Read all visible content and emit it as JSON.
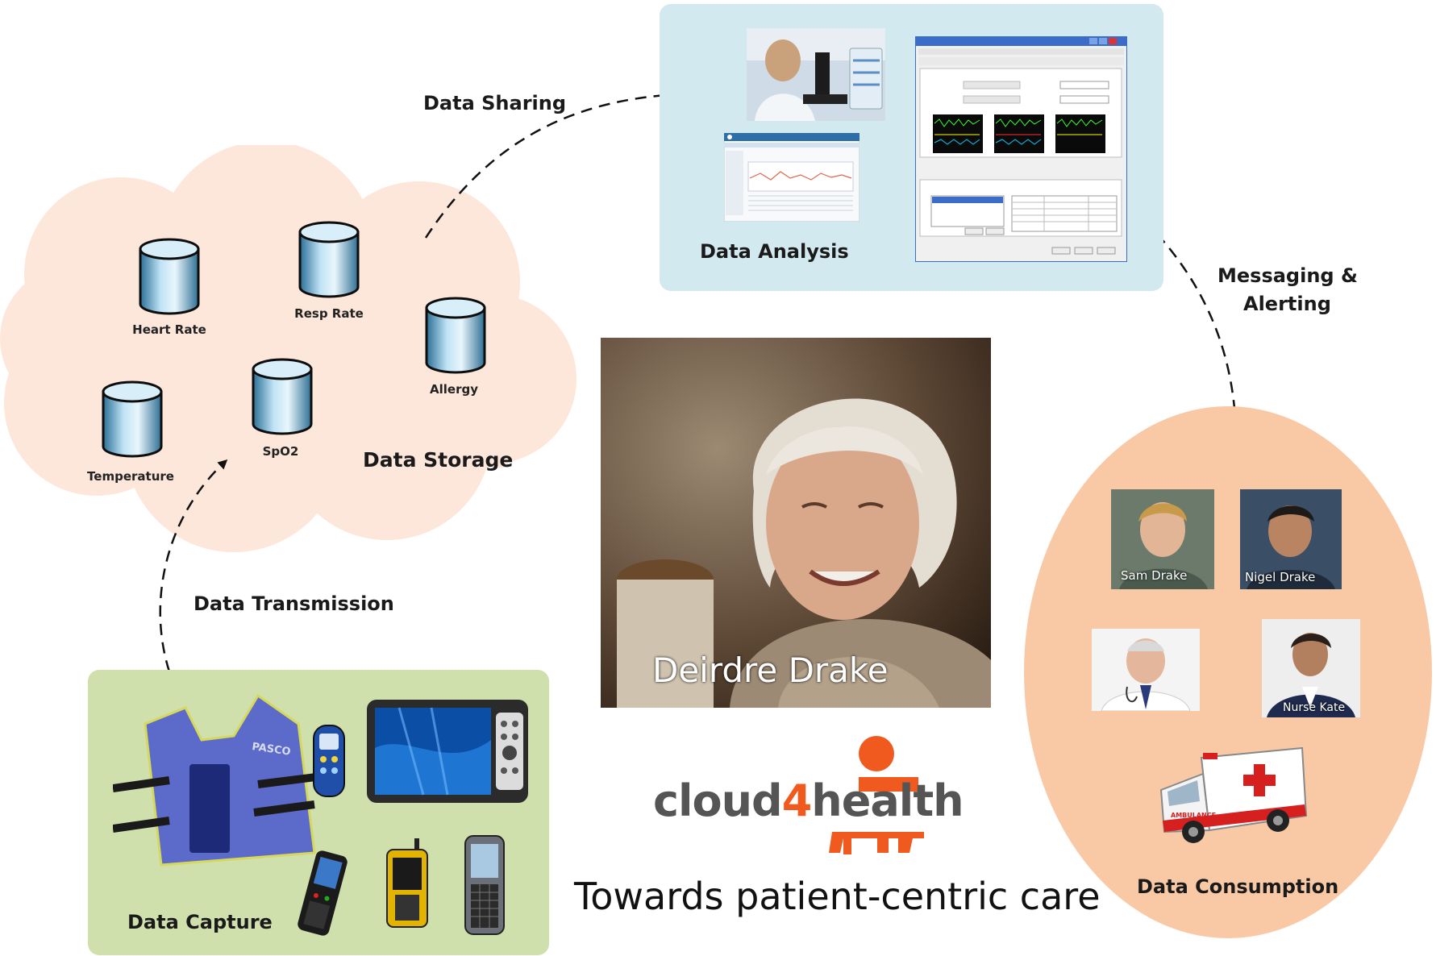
{
  "storage": {
    "title": "Data Storage",
    "databases": [
      {
        "label": "Heart Rate"
      },
      {
        "label": "Resp Rate"
      },
      {
        "label": "Allergy"
      },
      {
        "label": "Temperature"
      },
      {
        "label": "SpO2"
      }
    ]
  },
  "flows": {
    "sharing": "Data Sharing",
    "transmission": "Data Transmission",
    "messaging_line1": "Messaging &",
    "messaging_line2": "Alerting"
  },
  "analysis": {
    "title": "Data Analysis"
  },
  "capture": {
    "title": "Data Capture",
    "vest_brand": "PASCO"
  },
  "patient": {
    "name": "Deirdre Drake"
  },
  "consumption": {
    "title": "Data Consumption",
    "people": [
      {
        "caption": "Sam Drake"
      },
      {
        "caption": "Nigel Drake"
      },
      {
        "caption": ""
      },
      {
        "caption": "Nurse Kate"
      }
    ],
    "ambulance_text": "AMBULANCE"
  },
  "brand": {
    "logo_text_left": "cloud",
    "logo_text_num": "4",
    "logo_text_right": "health",
    "tagline": "Towards patient-centric care"
  },
  "colors": {
    "cloud_fill": "#fde6da",
    "analysis_bg": "#d2e9ef",
    "capture_bg": "#cfe0ad",
    "consumption_bg": "#f9c9a6",
    "logo_orange": "#f05a1e",
    "logo_grey": "#555555"
  }
}
